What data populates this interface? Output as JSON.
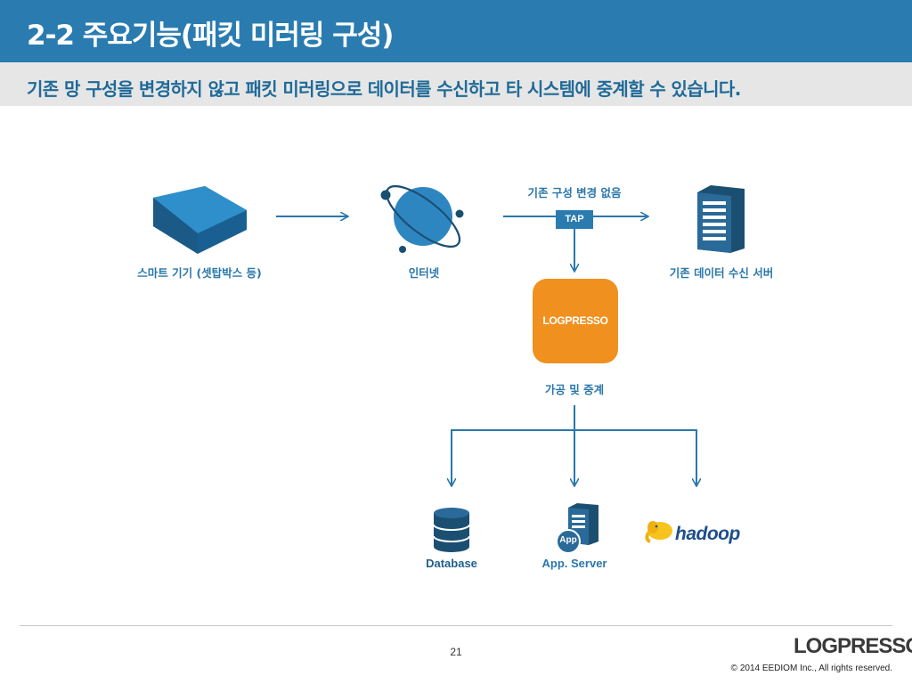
{
  "header": {
    "title": "2-2 주요기능(패킷 미러링 구성)",
    "subtitle": "기존 망 구성을 변경하지 않고 패킷 미러링으로 데이터를 수신하고 타 시스템에 중계할 수 있습니다."
  },
  "diagram": {
    "nodes": {
      "smart_device": {
        "label": "스마트 기기 (셋탑박스 등)",
        "icon": "settop-box-icon"
      },
      "internet": {
        "label": "인터넷",
        "icon": "globe-icon"
      },
      "existing_server": {
        "label": "기존 데이터 수신 서버",
        "icon": "server-icon"
      },
      "logpresso": {
        "logo_text": "LOGPRESSO",
        "label": "가공 및 중계"
      },
      "database": {
        "label": "Database",
        "icon": "database-icon"
      },
      "app_server": {
        "label": "App. Server",
        "icon": "app-server-icon",
        "badge": "App"
      },
      "hadoop": {
        "logo_text": "hadoop",
        "icon": "hadoop-elephant-icon"
      }
    },
    "tap_label": "TAP",
    "no_change_label": "기존 구성 변경 없음"
  },
  "colors": {
    "header_blue": "#2a7cb0",
    "subtitle_bar": "#e6e6e6",
    "accent_orange": "#f0901f",
    "label_blue": "#2a77ab"
  },
  "footer": {
    "page_number": "21",
    "brand": "LOGPRESSO",
    "copyright": "© 2014 EEDIOM Inc., All rights reserved."
  }
}
